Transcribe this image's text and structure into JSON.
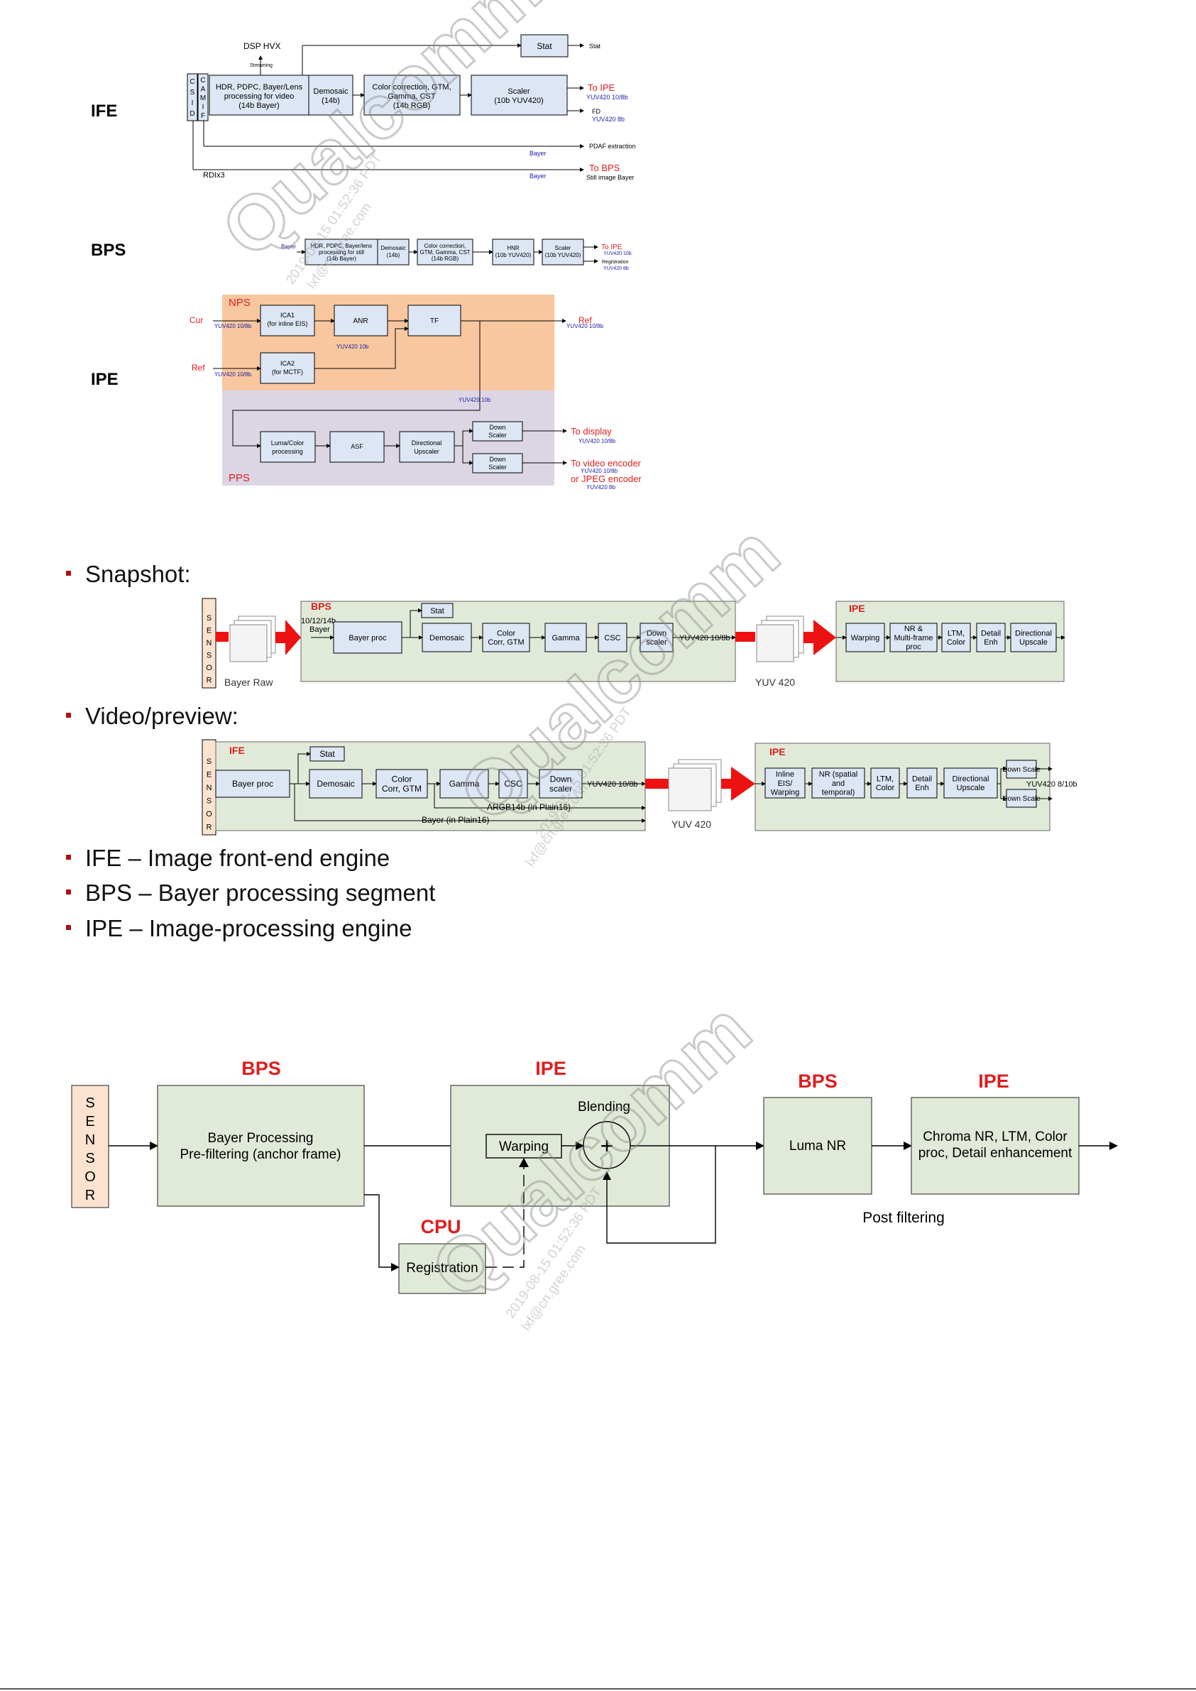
{
  "colors": {
    "accent_red": "#dd1e1e",
    "blue_text": "#1a1aa8",
    "box_fill": "#dde6f4",
    "block_fill": "#e1ead8",
    "nps_fill": "#f8c79f",
    "pps_fill": "#dcd6e4",
    "sensor_fill": "#fbe3d0"
  },
  "ife_diagram": {
    "section_label": "IFE",
    "dsp": "DSP HVX",
    "streaming": "Streaming",
    "stat": "Stat",
    "stat_out": "Stat",
    "csid": [
      "C",
      "S",
      "I",
      "D"
    ],
    "camif": [
      "C",
      "A",
      "M",
      "I",
      "F"
    ],
    "hdr_box": [
      "HDR, PDPC, Bayer/Lens",
      "processing for video",
      "(14b Bayer)"
    ],
    "demosaic": [
      "Demosaic",
      "(14b)"
    ],
    "color_box": [
      "Color correction, GTM,",
      "Gamma, CST",
      "(14b RGB)"
    ],
    "scaler": [
      "Scaler",
      "(10b YUV420)"
    ],
    "to_ipe": "To IPE",
    "to_ipe_fmt": "YUV420 10/8b",
    "fd": "FD",
    "fd_fmt": "YUV420 8b",
    "pdaf": "PDAF extraction",
    "bayer1": "Bayer",
    "to_bps": "To BPS",
    "bayer2": "Bayer",
    "still": "Still image Bayer",
    "rdi": "RDIx3"
  },
  "bps_diagram": {
    "section_label": "BPS",
    "bayer_in": "Bayer",
    "hdr_box": [
      "HDR, PDPC, Bayer/lens",
      "processing for still",
      "(14b Bayer)"
    ],
    "demosaic": [
      "Demosaic",
      "(14b)"
    ],
    "color_box": [
      "Color correction,",
      "GTM, Gamma, CST",
      "(14b RGB)"
    ],
    "hnr": [
      "HNR",
      "(10b YUV420)"
    ],
    "scaler": [
      "Scaler",
      "(10b YUV420)"
    ],
    "to_ipe": "To IPE",
    "to_ipe_fmt": "YUV420 10b",
    "registration": "Registration",
    "registration_fmt": "YUV420 8b"
  },
  "ipe_diagram": {
    "section_label": "IPE",
    "nps": "NPS",
    "pps": "PPS",
    "cur": "Cur",
    "cur_fmt": "YUV420 10/8b",
    "ref_in": "Ref",
    "ref_in_fmt": "YUV420 10/8b",
    "ica1": [
      "ICA1",
      "(for inline EIS)"
    ],
    "ica2": [
      "ICA2",
      "(for MCTF)"
    ],
    "anr": "ANR",
    "tf": "TF",
    "anr_fmt": "YUV420 10b",
    "ref_out": "Ref",
    "ref_out_fmt": "YUV420 10/8b",
    "mid_fmt": "YUV420 10b",
    "luma": [
      "Luma/Color",
      "processing"
    ],
    "asf": "ASF",
    "dir_up": [
      "Directional",
      "Upscaler"
    ],
    "down1": [
      "Down",
      "Scaler"
    ],
    "down2": [
      "Down",
      "Scaler"
    ],
    "to_display": "To display",
    "to_display_fmt": "YUV420 10/8b",
    "to_video": "To video encoder",
    "to_video_fmt": "YUV420 10/8b",
    "or_jpeg": "or JPEG encoder",
    "jpeg_fmt": "YUV420 8b"
  },
  "snapshot": {
    "bullet": "Snapshot:",
    "sensor": [
      "S",
      "E",
      "N",
      "S",
      "O",
      "R"
    ],
    "bayer_raw": "Bayer Raw",
    "bps": "BPS",
    "bit_depth": [
      "10/12/14b",
      "Bayer"
    ],
    "stat": "Stat",
    "blocks": [
      "Bayer proc",
      "Demosaic",
      "Color Corr, GTM",
      "Gamma",
      "CSC",
      "Down scaler"
    ],
    "yuv_fmt": "YUV420 10/8b",
    "yuv420": "YUV 420",
    "ipe": "IPE",
    "ipe_blocks": [
      "Warping",
      "NR & Multi-frame proc",
      "LTM, Color",
      "Detail Enh",
      "Directional Upscale"
    ]
  },
  "video": {
    "bullet": "Video/preview:",
    "sensor": [
      "S",
      "E",
      "N",
      "S",
      "O",
      "R"
    ],
    "ife": "IFE",
    "stat": "Stat",
    "blocks": [
      "Bayer proc",
      "Demosaic",
      "Color Corr, GTM",
      "Gamma",
      "CSC",
      "Down scaler"
    ],
    "yuv_fmt": "YUV420 10/8b",
    "argb": "ARGB14b (in Plain16)",
    "bayer_plain": "Bayer (in Plain16)",
    "yuv420": "YUV 420",
    "ipe": "IPE",
    "ipe_blocks": [
      "Inline EIS/ Warping",
      "NR (spatial and temporal)",
      "LTM, Color",
      "Detail Enh",
      "Directional Upscale"
    ],
    "down_scale": "Down Scale",
    "out_fmt": "YUV420 8/10b"
  },
  "definitions": [
    "IFE – Image front-end engine",
    "BPS – Bayer processing segment",
    "IPE – Image-processing engine"
  ],
  "mfnr": {
    "sensor": [
      "S",
      "E",
      "N",
      "S",
      "O",
      "R"
    ],
    "bps1": "BPS",
    "bayer_proc": [
      "Bayer Processing",
      "Pre-filtering (anchor frame)"
    ],
    "ipe1": "IPE",
    "blending": "Blending",
    "warping": "Warping",
    "plus": "+",
    "cpu": "CPU",
    "registration": "Registration",
    "bps2": "BPS",
    "luma_nr": "Luma NR",
    "ipe2": "IPE",
    "chroma": [
      "Chroma NR,  LTM, Color",
      "proc, Detail enhancement"
    ],
    "post": "Post filtering"
  },
  "watermark": {
    "brand": "Qualcomm",
    "time": "2019-08-15 01:52:36 PDT",
    "user": "lxf@cn.gree.com"
  }
}
